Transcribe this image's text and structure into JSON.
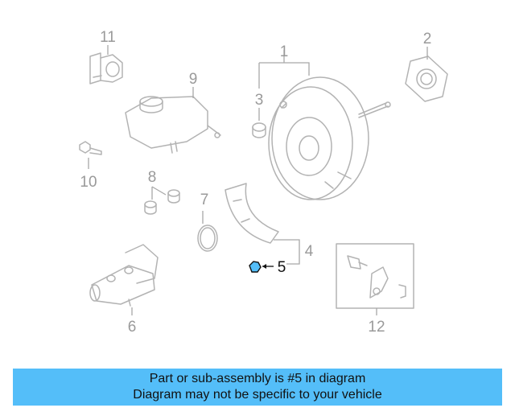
{
  "diagram": {
    "callouts": [
      "1",
      "2",
      "3",
      "4",
      "5",
      "6",
      "7",
      "8",
      "9",
      "10",
      "11",
      "12"
    ],
    "highlighted": "5",
    "colors": {
      "part_stroke": "#b3b3b3",
      "callout_text": "#9a9a9a",
      "highlight_fill": "#54bef9",
      "highlight_text": "#111111"
    }
  },
  "banner": {
    "line1": "Part or sub-assembly is #5 in diagram",
    "line2": "Diagram may not be specific to your vehicle",
    "color": "#54bef9"
  }
}
